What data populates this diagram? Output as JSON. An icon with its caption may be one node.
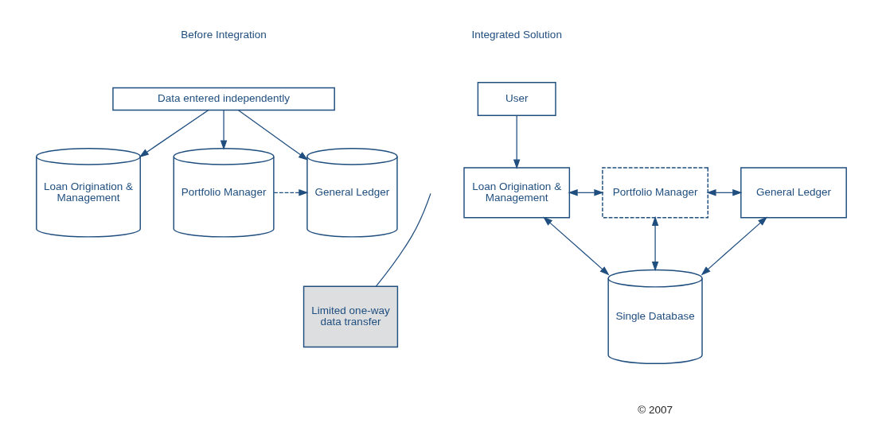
{
  "diagram": {
    "nodes": [
      {
        "text": [
          "Data entered independently"
        ]
      },
      {
        "text": [
          "Loan Origination & Management"
        ]
      },
      {
        "text": [
          "Portfolio Manager"
        ]
      },
      {
        "text": [
          "General Ledger"
        ]
      },
      {
        "text": [
          "Limited one-way data transfer"
        ]
      },
      {
        "text": [
          "User"
        ]
      },
      {
        "text": [
          "Loan Origination & Management"
        ]
      },
      {
        "text": [
          "Portfolio Manager"
        ]
      },
      {
        "text": [
          "General Ledger"
        ]
      },
      {
        "text": [
          "Single Database"
        ]
      }
    ],
    "edges": [
      {
        "from": 0,
        "to": 1,
        "arrow": "to"
      },
      {
        "from": 0,
        "to": 2,
        "arrow": "to"
      },
      {
        "from": 0,
        "to": 3,
        "arrow": "to"
      },
      {
        "from": 2,
        "to": 3,
        "arrow": "to",
        "style": "dashed"
      },
      {
        "from": 4,
        "to": null,
        "arrow": "none"
      },
      {
        "from": 5,
        "to": 6,
        "arrow": "to"
      },
      {
        "from": 6,
        "to": 7,
        "arrow": "both"
      },
      {
        "from": 7,
        "to": 8,
        "arrow": "both"
      },
      {
        "from": 7,
        "to": 9,
        "arrow": "both"
      },
      {
        "from": 6,
        "to": 9,
        "arrow": "both"
      },
      {
        "from": 8,
        "to": 9,
        "arrow": "both"
      }
    ],
    "labels": [
      "Before Integration",
      "Integrated Solution",
      "© 2007"
    ]
  }
}
